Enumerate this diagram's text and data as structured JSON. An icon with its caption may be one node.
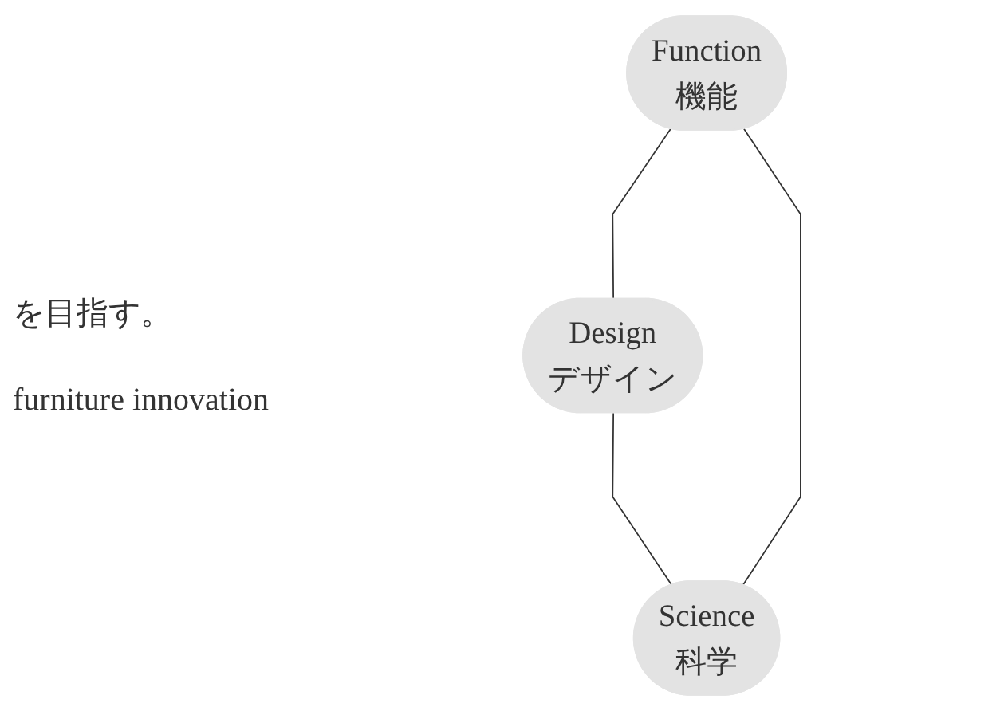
{
  "diagram": {
    "nodes": [
      {
        "text": [
          "Function",
          "機能"
        ]
      },
      {
        "text": [
          "Design",
          "デザイン"
        ]
      },
      {
        "text": [
          "Science",
          "科学"
        ]
      }
    ],
    "edges": [
      {
        "from": 0,
        "to": 1,
        "arrow": "none"
      },
      {
        "from": 1,
        "to": 2,
        "arrow": "none"
      },
      {
        "from": 2,
        "to": 0,
        "arrow": "none"
      }
    ],
    "labels": [
      "を目指す。",
      "furniture innovation"
    ]
  }
}
